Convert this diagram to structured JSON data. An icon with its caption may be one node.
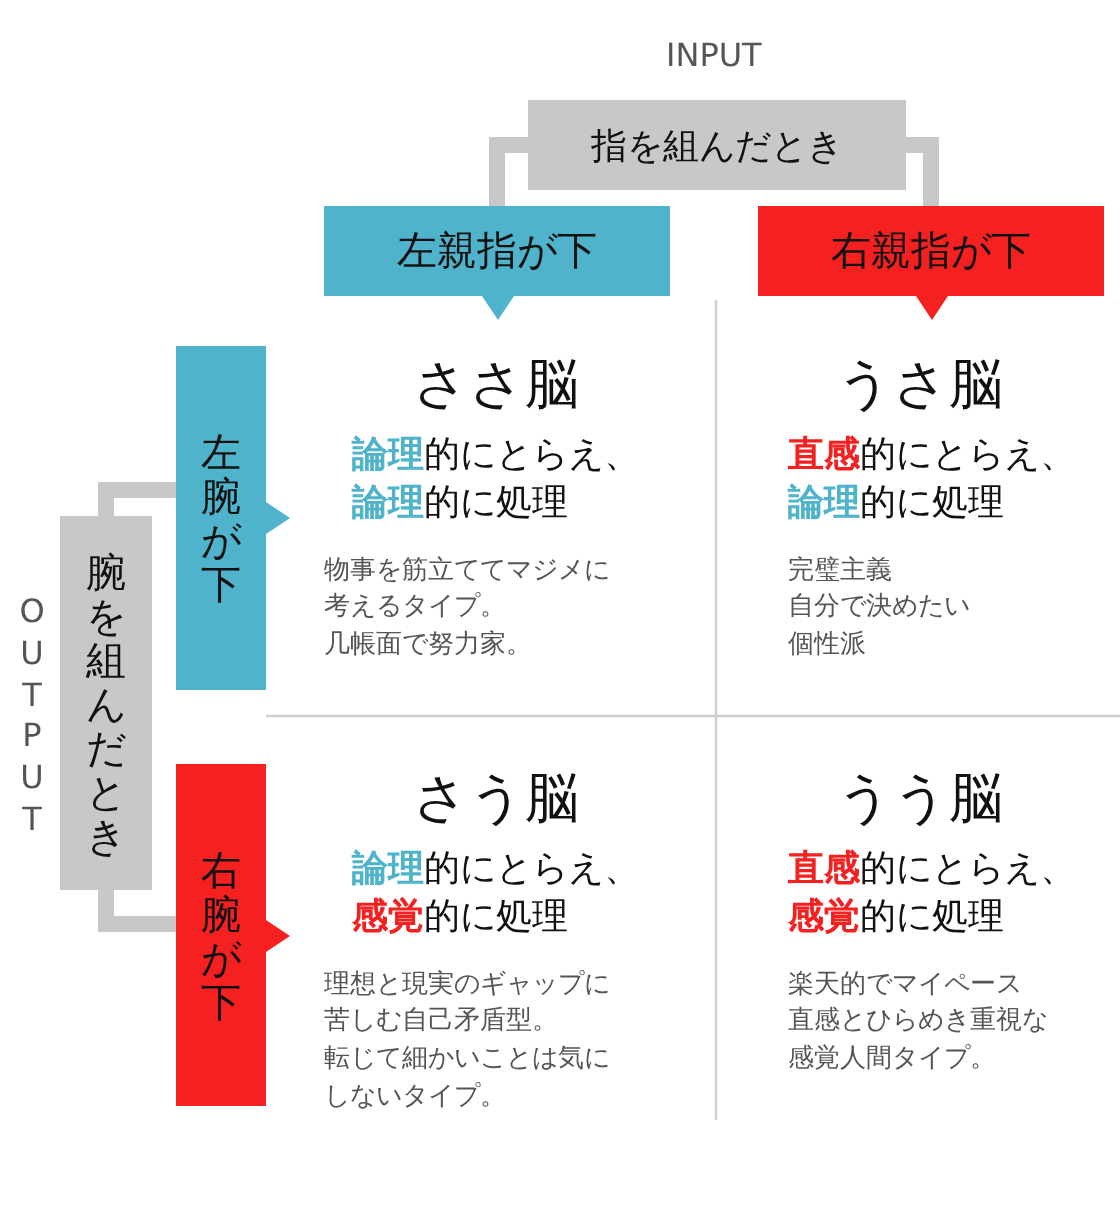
{
  "diagram": {
    "nodes": [
      {
        "text": [
          "指を組んだとき"
        ]
      },
      {
        "text": [
          "左親指が下"
        ]
      },
      {
        "text": [
          "右親指が下"
        ]
      },
      {
        "text": [
          "腕を組んだとき"
        ]
      },
      {
        "text": [
          "左腕が下"
        ]
      },
      {
        "text": [
          "右腕が下"
        ]
      },
      {
        "text": [
          "ささ脳",
          "**論理**的にとらえ、**論理**的に処理",
          "物事を筋立ててマジメに考えるタイプ。",
          "几帳面で努力家。"
        ]
      },
      {
        "text": [
          "うさ脳",
          "**直感**的にとらえ、**論理**的に処理",
          "完璧主義",
          "自分で決めたい",
          "個性派"
        ]
      },
      {
        "text": [
          "さう脳",
          "**論理**的にとらえ、**感覚**的に処理",
          "理想と現実のギャップに苦しむ自己矛盾型。",
          "転じて細かいことは気にしないタイプ。"
        ]
      },
      {
        "text": [
          "うう脳",
          "**直感**的にとらえ、**感覚**的に処理",
          "楽天的でマイペース",
          "直感とひらめき重視な感覚人間タイプ。"
        ]
      }
    ],
    "edges": [
      {
        "from": 0,
        "to": 1,
        "arrow": "none"
      },
      {
        "from": 0,
        "to": 2,
        "arrow": "none"
      },
      {
        "from": 3,
        "to": 4,
        "arrow": "none"
      },
      {
        "from": 3,
        "to": 5,
        "arrow": "none"
      }
    ],
    "labels": [
      "INPUT",
      "OUTPUT"
    ]
  }
}
